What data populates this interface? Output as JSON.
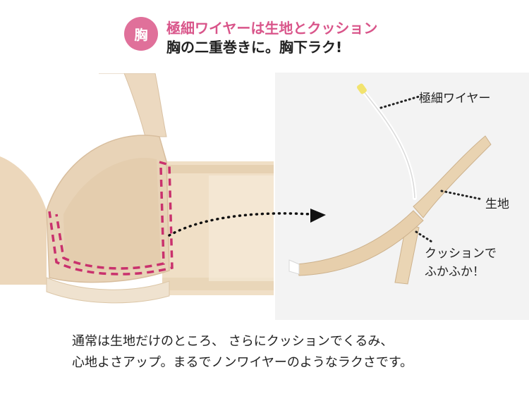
{
  "header": {
    "badge": "胸",
    "line1": "極細ワイヤーは生地とクッション",
    "line2": "胸の二重巻きに。胸下ラク!",
    "accent": "#e0709a"
  },
  "labels": {
    "wire": "極細ワイヤー",
    "fabric": "生地",
    "cushion_line1": "クッションで",
    "cushion_line2": "ふかふか！"
  },
  "caption": {
    "line1": "通常は生地だけのところ、 さらにクッションでくるみ、",
    "line2": "心地よさアップ。まるでノンワイヤーのようなラクさです。"
  }
}
